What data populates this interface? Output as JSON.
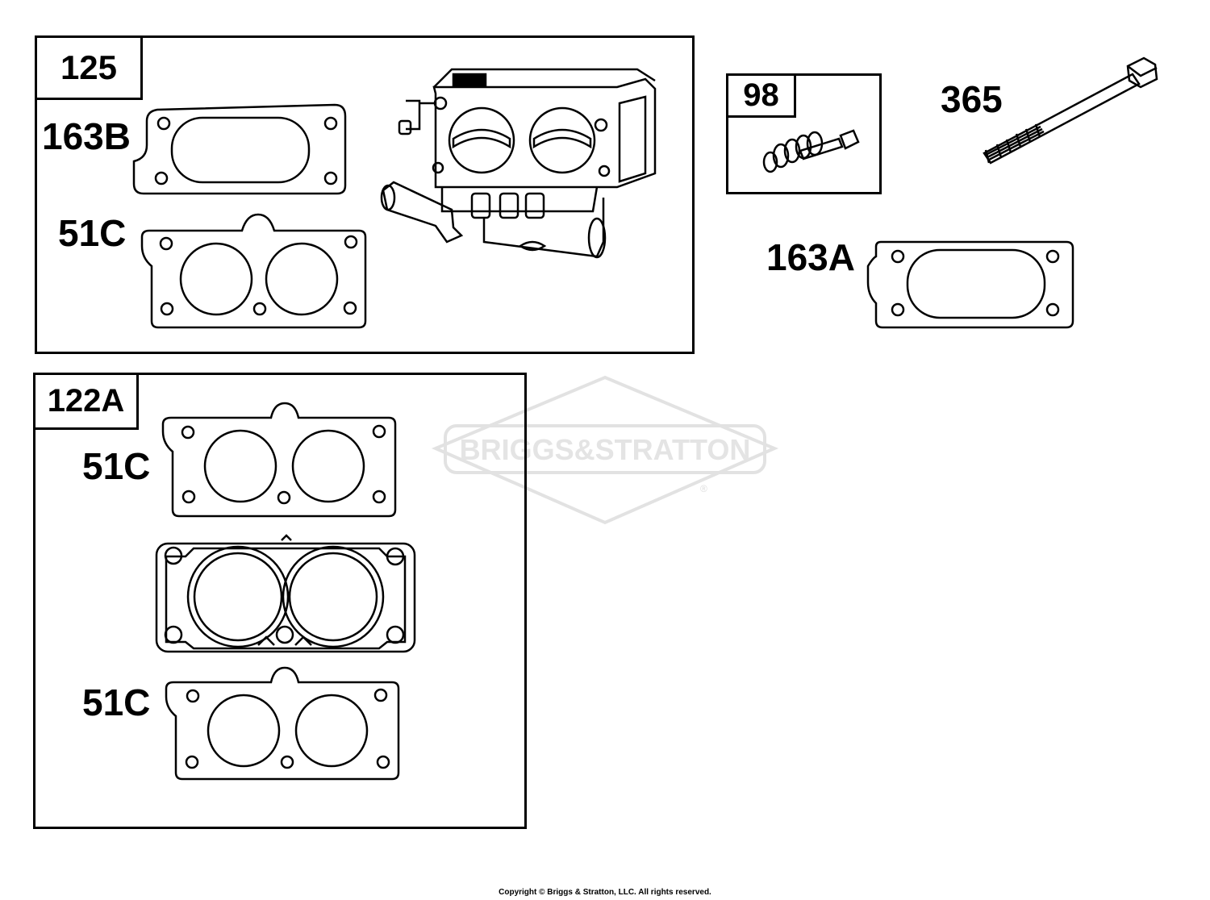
{
  "groups": {
    "g125": {
      "number": "125"
    },
    "g98": {
      "number": "98"
    },
    "g122a": {
      "number": "122A"
    }
  },
  "parts": {
    "p163b": "163B",
    "p51c_top": "51C",
    "p365": "365",
    "p163a": "163A",
    "p51c_mid": "51C",
    "p51c_bottom": "51C"
  },
  "watermark": {
    "brand": "BRIGGS&STRATTON",
    "registered": "®"
  },
  "footer": {
    "copyright": "Copyright © Briggs & Stratton, LLC. All rights reserved."
  }
}
